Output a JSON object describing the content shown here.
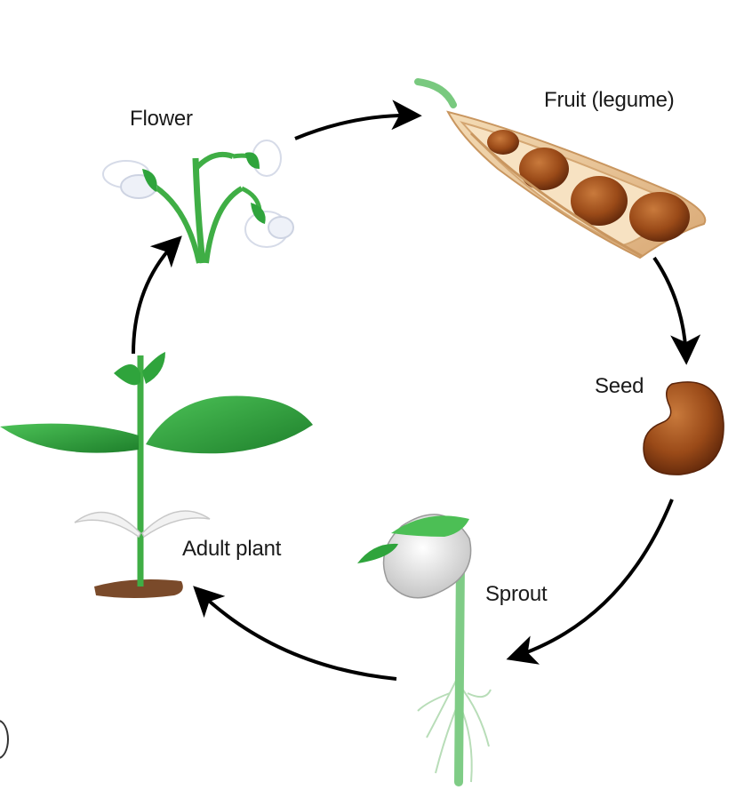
{
  "diagram": {
    "stages": [
      {
        "id": "flower",
        "label": "Flower"
      },
      {
        "id": "fruit",
        "label": "Fruit (legume)"
      },
      {
        "id": "seed",
        "label": "Seed"
      },
      {
        "id": "sprout",
        "label": "Sprout"
      },
      {
        "id": "adult",
        "label": "Adult plant"
      }
    ],
    "cycle_order": [
      "flower",
      "fruit",
      "seed",
      "sprout",
      "adult",
      "flower"
    ],
    "colors": {
      "leaf_green": "#2fa43c",
      "leaf_dark": "#1e7f2b",
      "seed_brown": "#8b3f12",
      "pod_tan": "#e8c79a",
      "soil_brown": "#7a4a2a",
      "arrow": "#000000"
    }
  }
}
